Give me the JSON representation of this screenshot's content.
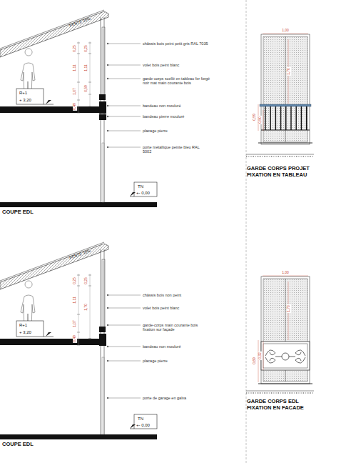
{
  "diagram": {
    "labels": [
      "PENTE 35%",
      "0,25",
      "1,11",
      "1,07",
      "0,49",
      "0,25",
      "1,11",
      "0,59",
      "R+1",
      "+ 3,20",
      "châssis bois peint petit gris RAL 7035",
      "volet bois peint blanc",
      "garde-corps scellé en tableau fer forgé noir mat main courante bois",
      "bandeau non mouluré",
      "bandeau pierre mouluré",
      "placage pierre",
      "porte métallique peinte bleu RAL 5002",
      "TN",
      "+- 0,00",
      "COUPE EDL",
      "1,00",
      "1,70",
      "0,59",
      "0,50",
      "GARDE CORPS PROJET FIXATION EN TABLEAU",
      "PENTE 35%",
      "0,25",
      "1,11",
      "1,07",
      "0,49",
      "0,25",
      "1,70",
      "R+1",
      "+ 3,20",
      "châssis bois non peint",
      "volet bois peint blanc",
      "garde-corps main courante bois fixation sur façade",
      "bandeau non mouluré",
      "placage pierre",
      "porte de garage en galva",
      "TN",
      "+- 0,00",
      "COUPE EDL",
      "1,00",
      "1,70",
      "0,69",
      "0,32",
      "GARDE CORPS EDL FIXATION EN FACADE"
    ]
  }
}
